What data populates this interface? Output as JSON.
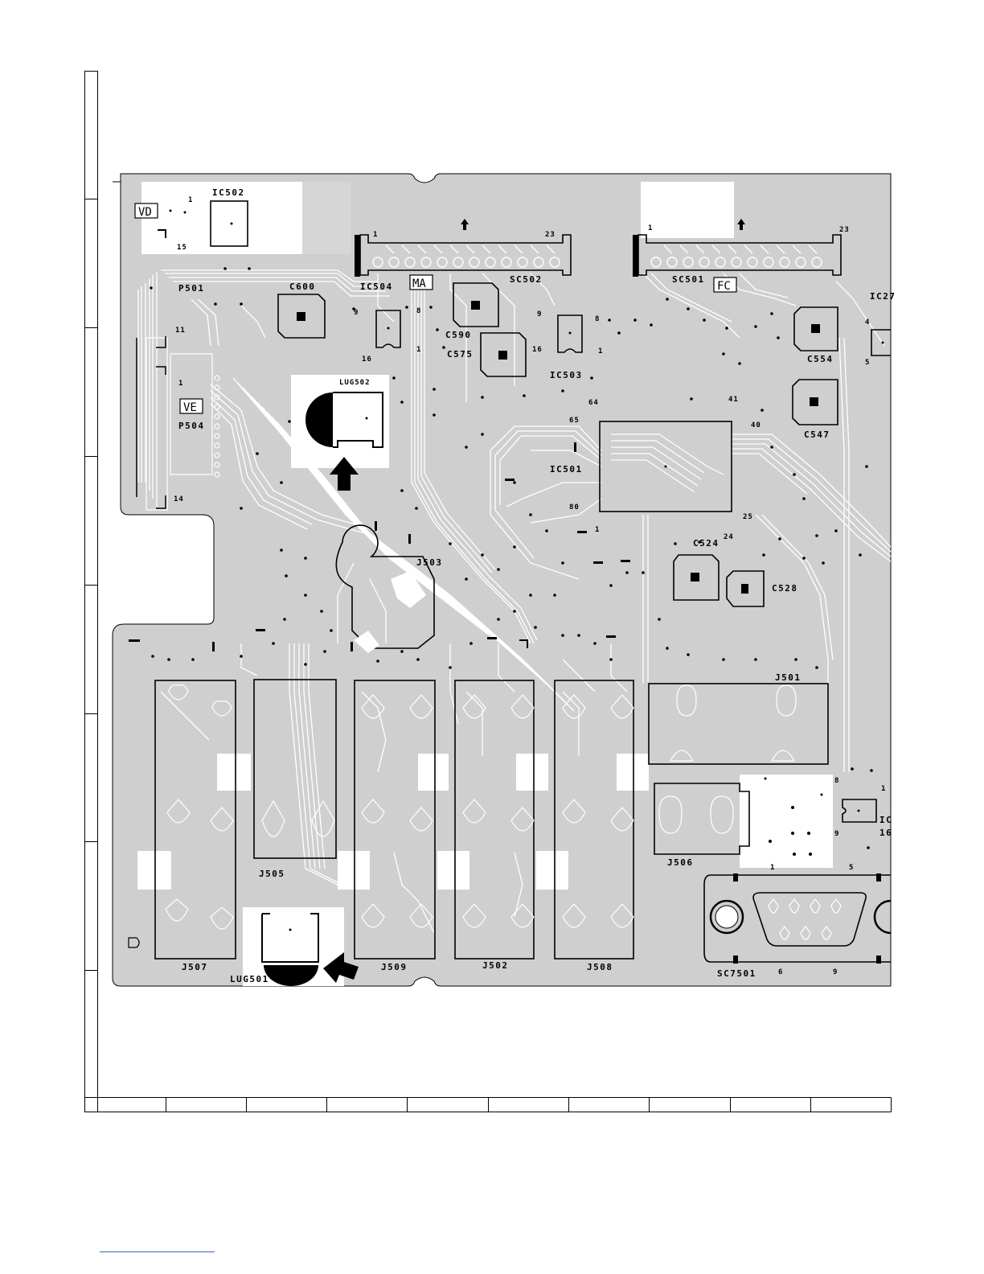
{
  "labels": {
    "vd": "VD",
    "ic502": "IC502",
    "ic502_pin1": "1",
    "ic502_pin15": "15",
    "p501": "P501",
    "c600": "C600",
    "ic504": "IC504",
    "ma": "MA",
    "sc502": "SC502",
    "sc502_pin1": "1",
    "sc502_pin23": "23",
    "sc501": "SC501",
    "sc501_pin1": "1",
    "sc501_pin23": "23",
    "fc": "FC",
    "ic27": "IC27",
    "ic27_pin4": "4",
    "ic27_pin5": "5",
    "c554": "C554",
    "c547": "C547",
    "ic504_pin9": "9",
    "ic504_pin16": "16",
    "ic504_pin8": "8",
    "ic504_pin1": "1",
    "c590": "C590",
    "c575": "C575",
    "ic503": "IC503",
    "ic503_pin9": "9",
    "ic503_pin16": "16",
    "ic503_pin8": "8",
    "ic503_pin1": "1",
    "p501_pin11": "11",
    "p504_pin1": "1",
    "ve": "VE",
    "p504": "P504",
    "p504_pin14": "14",
    "lug502": "LUG502",
    "ic501": "IC501",
    "ic501_pin64": "64",
    "ic501_pin65": "65",
    "ic501_pin80": "80",
    "ic501_pin1": "1",
    "ic501_pin41": "41",
    "ic501_pin40": "40",
    "ic501_pin25": "25",
    "ic501_pin24": "24",
    "c524": "C524",
    "c528": "C528",
    "j503": "J503",
    "j501": "J501",
    "j506": "J506",
    "j506_pin8": "8",
    "j506_pin1": "1",
    "ic_right_pin9": "9",
    "ic_right": "IC",
    "ic_right_16": "16",
    "j505": "J505",
    "j507": "J507",
    "lug501": "LUG501",
    "j509": "J509",
    "j502": "J502",
    "j508": "J508",
    "sc7501": "SC7501",
    "sc7501_pin1": "1",
    "sc7501_pin5": "5",
    "sc7501_pin6": "6",
    "sc7501_pin9": "9"
  },
  "colors": {
    "board": "#cfcfcf",
    "copper_outline": "#000000",
    "trace": "#ffffff",
    "background": "#ffffff",
    "link_underline": "#3a5fcf"
  },
  "icons": {
    "arrow_up": "arrow-up-icon",
    "arrow_diag": "arrow-diagonal-icon"
  }
}
